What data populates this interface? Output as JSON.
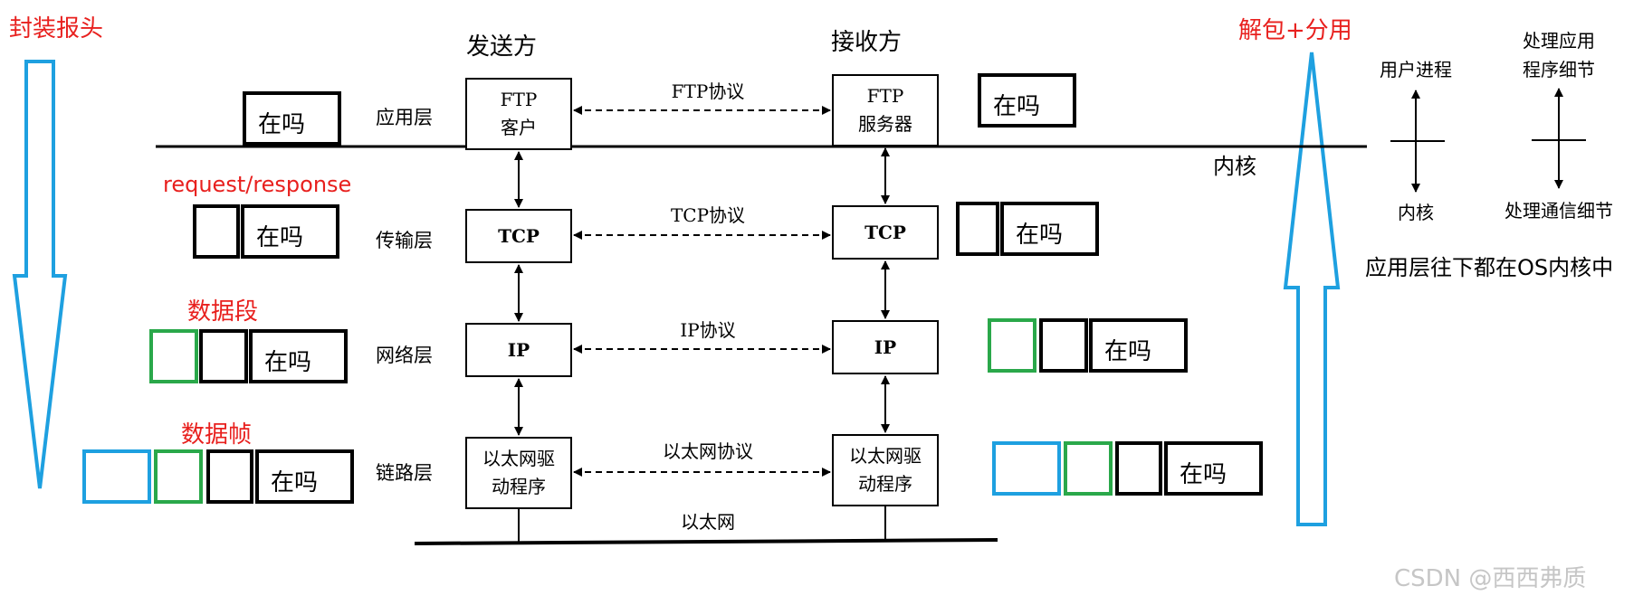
{
  "annotations": {
    "encapsulate": "封装报头",
    "decapsulate": "解包+分用",
    "sender": "发送方",
    "receiver": "接收方",
    "request_response": "request/response",
    "segment": "数据段",
    "frame": "数据帧",
    "kernel": "内核",
    "os_note": "应用层往下都在OS内核中"
  },
  "layers": {
    "app": "应用层",
    "transport": "传输层",
    "network": "网络层",
    "link": "链路层"
  },
  "nodes": {
    "ftp_client": [
      "FTP",
      "客户"
    ],
    "ftp_server": [
      "FTP",
      "服务器"
    ],
    "tcp": "TCP",
    "ip": "IP",
    "eth_driver": [
      "以太网驱",
      "动程序"
    ]
  },
  "protocols": {
    "ftp": "FTP协议",
    "tcp": "TCP协议",
    "ip": "IP协议",
    "eth": "以太网协议",
    "ethernet": "以太网"
  },
  "packet_text": "在吗",
  "side": {
    "user_process": "用户进程",
    "kernel": "内核",
    "app_detail": [
      "处理应用",
      "程序细节"
    ],
    "comm_detail": "处理通信细节"
  },
  "watermark": "CSDN @西西弗质",
  "colors": {
    "red": "#e8201e",
    "blue": "#1ea0e0",
    "green": "#2aa84a",
    "black": "#000000"
  }
}
